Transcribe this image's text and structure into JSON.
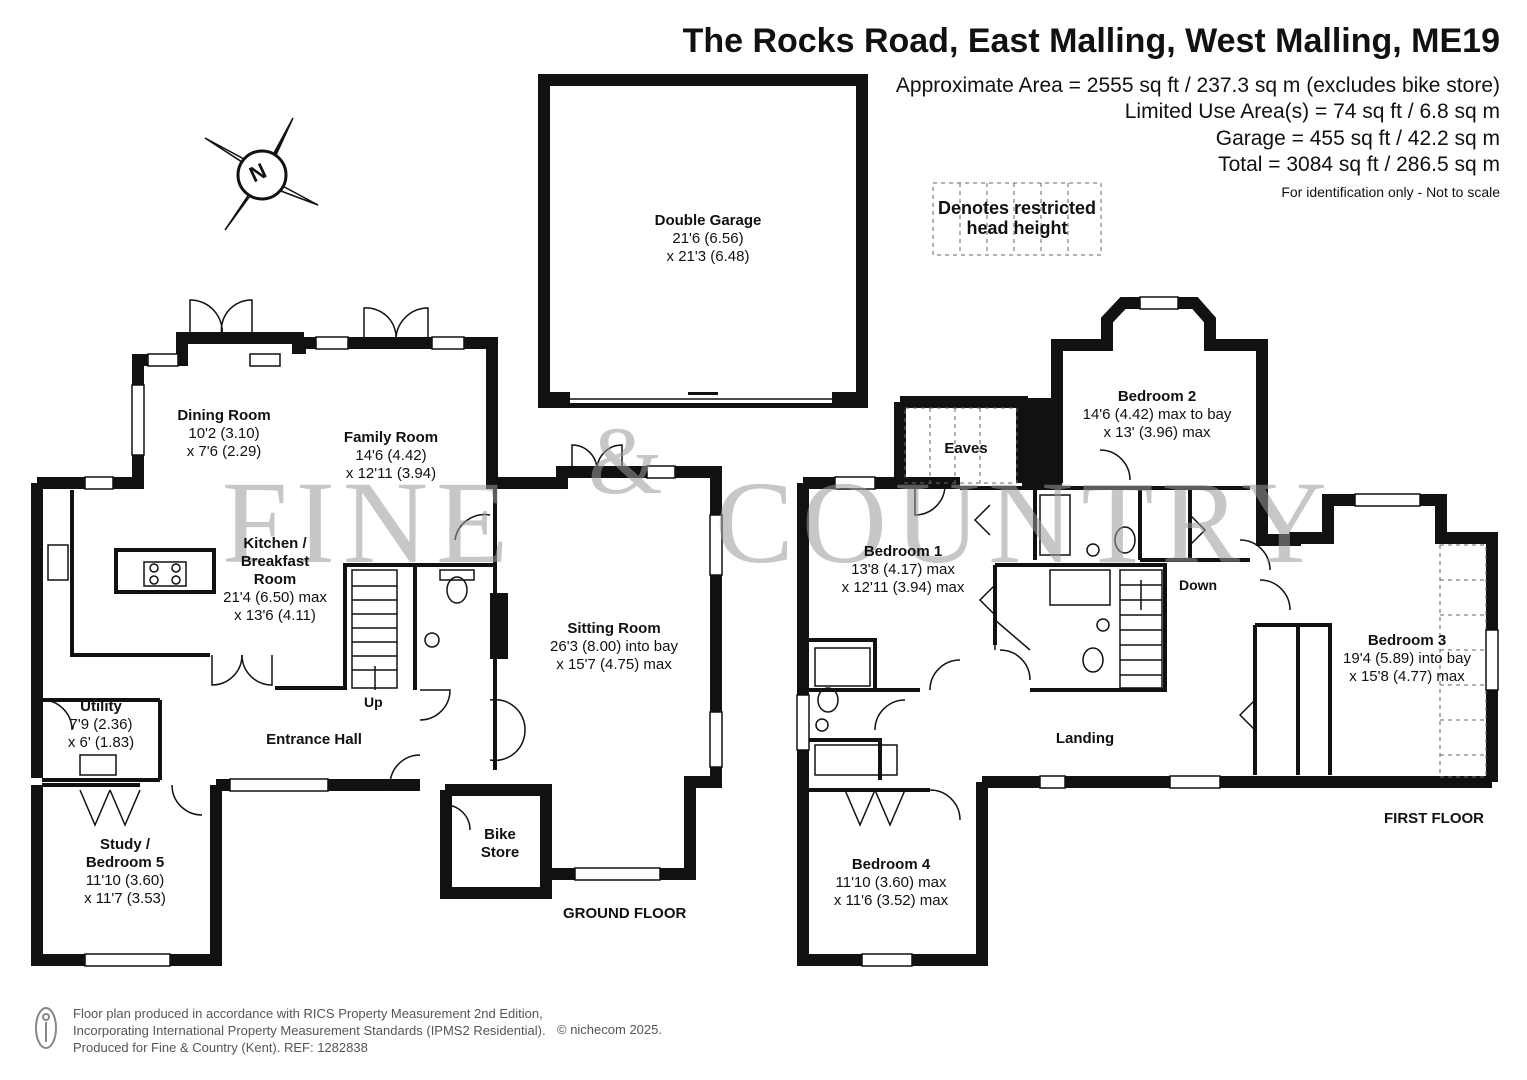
{
  "header": {
    "title": "The Rocks Road, East Malling, West Malling, ME19",
    "area_lines": [
      "Approximate Area = 2555 sq ft / 237.3 sq m (excludes bike store)",
      "Limited Use Area(s) = 74 sq ft / 6.8 sq m",
      "Garage = 455 sq ft / 42.2 sq m",
      "Total = 3084 sq ft / 286.5 sq m"
    ],
    "note": "For identification only - Not to scale"
  },
  "legend": {
    "restricted_line1": "Denotes restricted",
    "restricted_line2": "head height"
  },
  "compass": {
    "label": "N"
  },
  "watermark": {
    "left": "FINE",
    "amp": "&",
    "right": "COUNTRY"
  },
  "rooms": {
    "garage": {
      "name": "Double Garage",
      "dim1": "21'6 (6.56)",
      "dim2": "x 21'3 (6.48)"
    },
    "dining": {
      "name": "Dining Room",
      "dim1": "10'2 (3.10)",
      "dim2": "x 7'6 (2.29)"
    },
    "family": {
      "name": "Family Room",
      "dim1": "14'6 (4.42)",
      "dim2": "x 12'11 (3.94)"
    },
    "kitchen": {
      "name1": "Kitchen /",
      "name2": "Breakfast",
      "name3": "Room",
      "dim1": "21'4 (6.50) max",
      "dim2": "x 13'6 (4.11)"
    },
    "sitting": {
      "name": "Sitting Room",
      "dim1": "26'3 (8.00) into bay",
      "dim2": "x 15'7 (4.75) max"
    },
    "utility": {
      "name": "Utility",
      "dim1": "7'9 (2.36)",
      "dim2": "x 6' (1.83)"
    },
    "entrance": {
      "name": "Entrance Hall"
    },
    "study": {
      "name1": "Study /",
      "name2": "Bedroom 5",
      "dim1": "11'10 (3.60)",
      "dim2": "x 11'7 (3.53)"
    },
    "bike": {
      "name1": "Bike",
      "name2": "Store"
    },
    "bedroom1": {
      "name": "Bedroom 1",
      "dim1": "13'8 (4.17) max",
      "dim2": "x 12'11 (3.94) max"
    },
    "bedroom2": {
      "name": "Bedroom 2",
      "dim1": "14'6 (4.42) max to bay",
      "dim2": "x 13' (3.96) max"
    },
    "bedroom3": {
      "name": "Bedroom 3",
      "dim1": "19'4 (5.89) into bay",
      "dim2": "x 15'8 (4.77) max"
    },
    "bedroom4": {
      "name": "Bedroom 4",
      "dim1": "11'10 (3.60) max",
      "dim2": "x 11'6 (3.52) max"
    },
    "eaves": {
      "name": "Eaves"
    },
    "landing": {
      "name": "Landing"
    }
  },
  "stairs": {
    "up": "Up",
    "down": "Down"
  },
  "floors": {
    "ground": "GROUND FLOOR",
    "first": "FIRST FLOOR"
  },
  "footer": {
    "line1": "Floor plan produced in accordance with RICS Property Measurement 2nd Edition,",
    "line2": "Incorporating International Property Measurement Standards (IPMS2 Residential).",
    "line3": "Produced for Fine & Country (Kent).   REF:  1282838",
    "copyright": "© nichecom 2025."
  },
  "colors": {
    "wall": "#111111",
    "text": "#111111",
    "watermark": "#9a9a9a"
  }
}
